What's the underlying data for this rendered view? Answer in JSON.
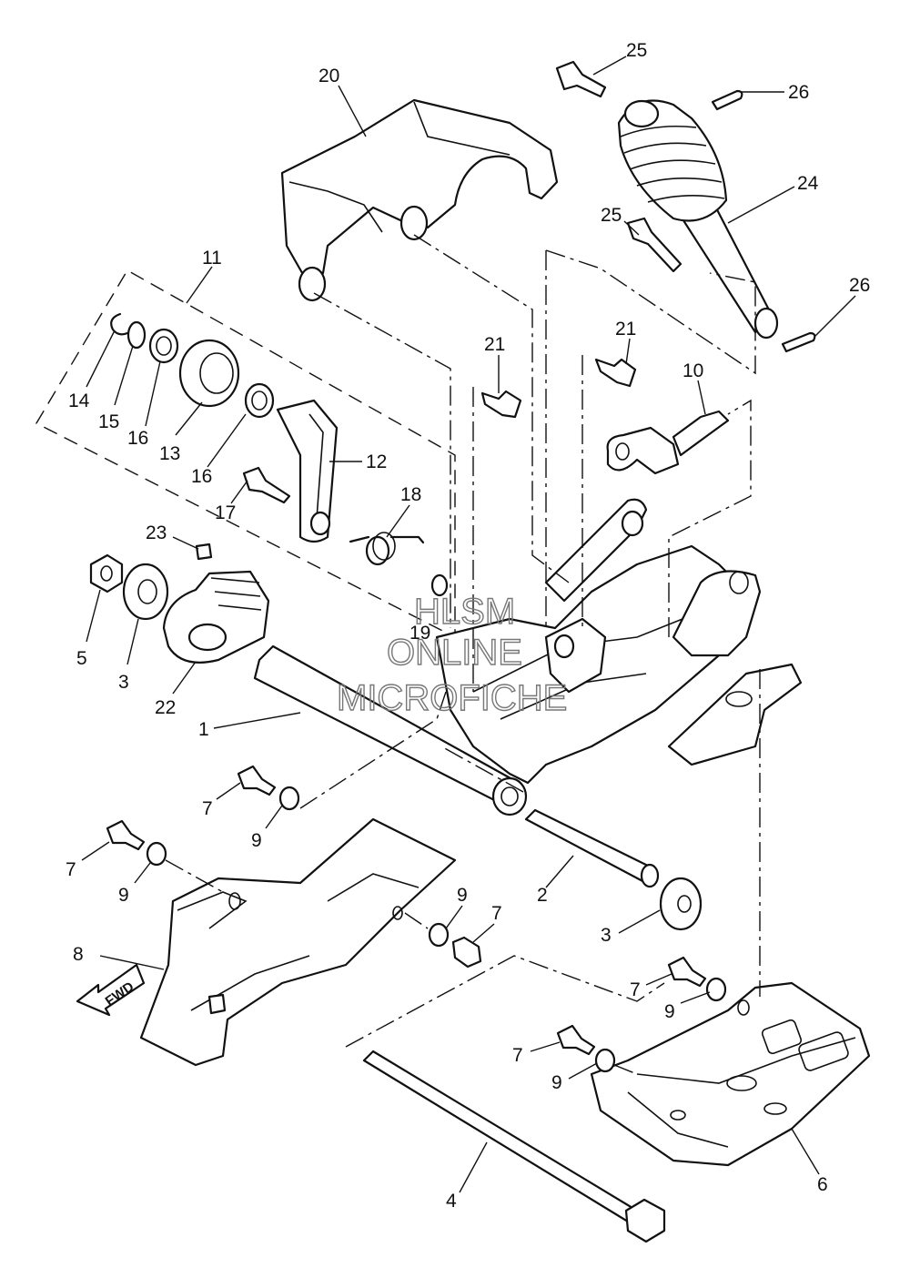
{
  "diagram": {
    "callouts": [
      {
        "id": "c20",
        "label": "20"
      },
      {
        "id": "c25a",
        "label": "25"
      },
      {
        "id": "c26a",
        "label": "26"
      },
      {
        "id": "c24",
        "label": "24"
      },
      {
        "id": "c25b",
        "label": "25"
      },
      {
        "id": "c26b",
        "label": "26"
      },
      {
        "id": "c11",
        "label": "11"
      },
      {
        "id": "c14",
        "label": "14"
      },
      {
        "id": "c15",
        "label": "15"
      },
      {
        "id": "c16a",
        "label": "16"
      },
      {
        "id": "c13",
        "label": "13"
      },
      {
        "id": "c16b",
        "label": "16"
      },
      {
        "id": "c12",
        "label": "12"
      },
      {
        "id": "c17",
        "label": "17"
      },
      {
        "id": "c18",
        "label": "18"
      },
      {
        "id": "c21a",
        "label": "21"
      },
      {
        "id": "c21b",
        "label": "21"
      },
      {
        "id": "c10",
        "label": "10"
      },
      {
        "id": "c23",
        "label": "23"
      },
      {
        "id": "c19",
        "label": "19"
      },
      {
        "id": "c5",
        "label": "5"
      },
      {
        "id": "c3a",
        "label": "3"
      },
      {
        "id": "c22",
        "label": "22"
      },
      {
        "id": "c1",
        "label": "1"
      },
      {
        "id": "c7a",
        "label": "7"
      },
      {
        "id": "c9a",
        "label": "9"
      },
      {
        "id": "c7b",
        "label": "7"
      },
      {
        "id": "c9b",
        "label": "9"
      },
      {
        "id": "c8",
        "label": "8"
      },
      {
        "id": "c9c",
        "label": "9"
      },
      {
        "id": "c7c",
        "label": "7"
      },
      {
        "id": "c2",
        "label": "2"
      },
      {
        "id": "c3b",
        "label": "3"
      },
      {
        "id": "c7d",
        "label": "7"
      },
      {
        "id": "c9d",
        "label": "9"
      },
      {
        "id": "c7e",
        "label": "7"
      },
      {
        "id": "c9e",
        "label": "9"
      },
      {
        "id": "c6",
        "label": "6"
      },
      {
        "id": "c4",
        "label": "4"
      }
    ],
    "watermark": [
      "HLSM",
      "ONLINE",
      "MICROFICHE"
    ],
    "fwd_label": "FWD"
  }
}
